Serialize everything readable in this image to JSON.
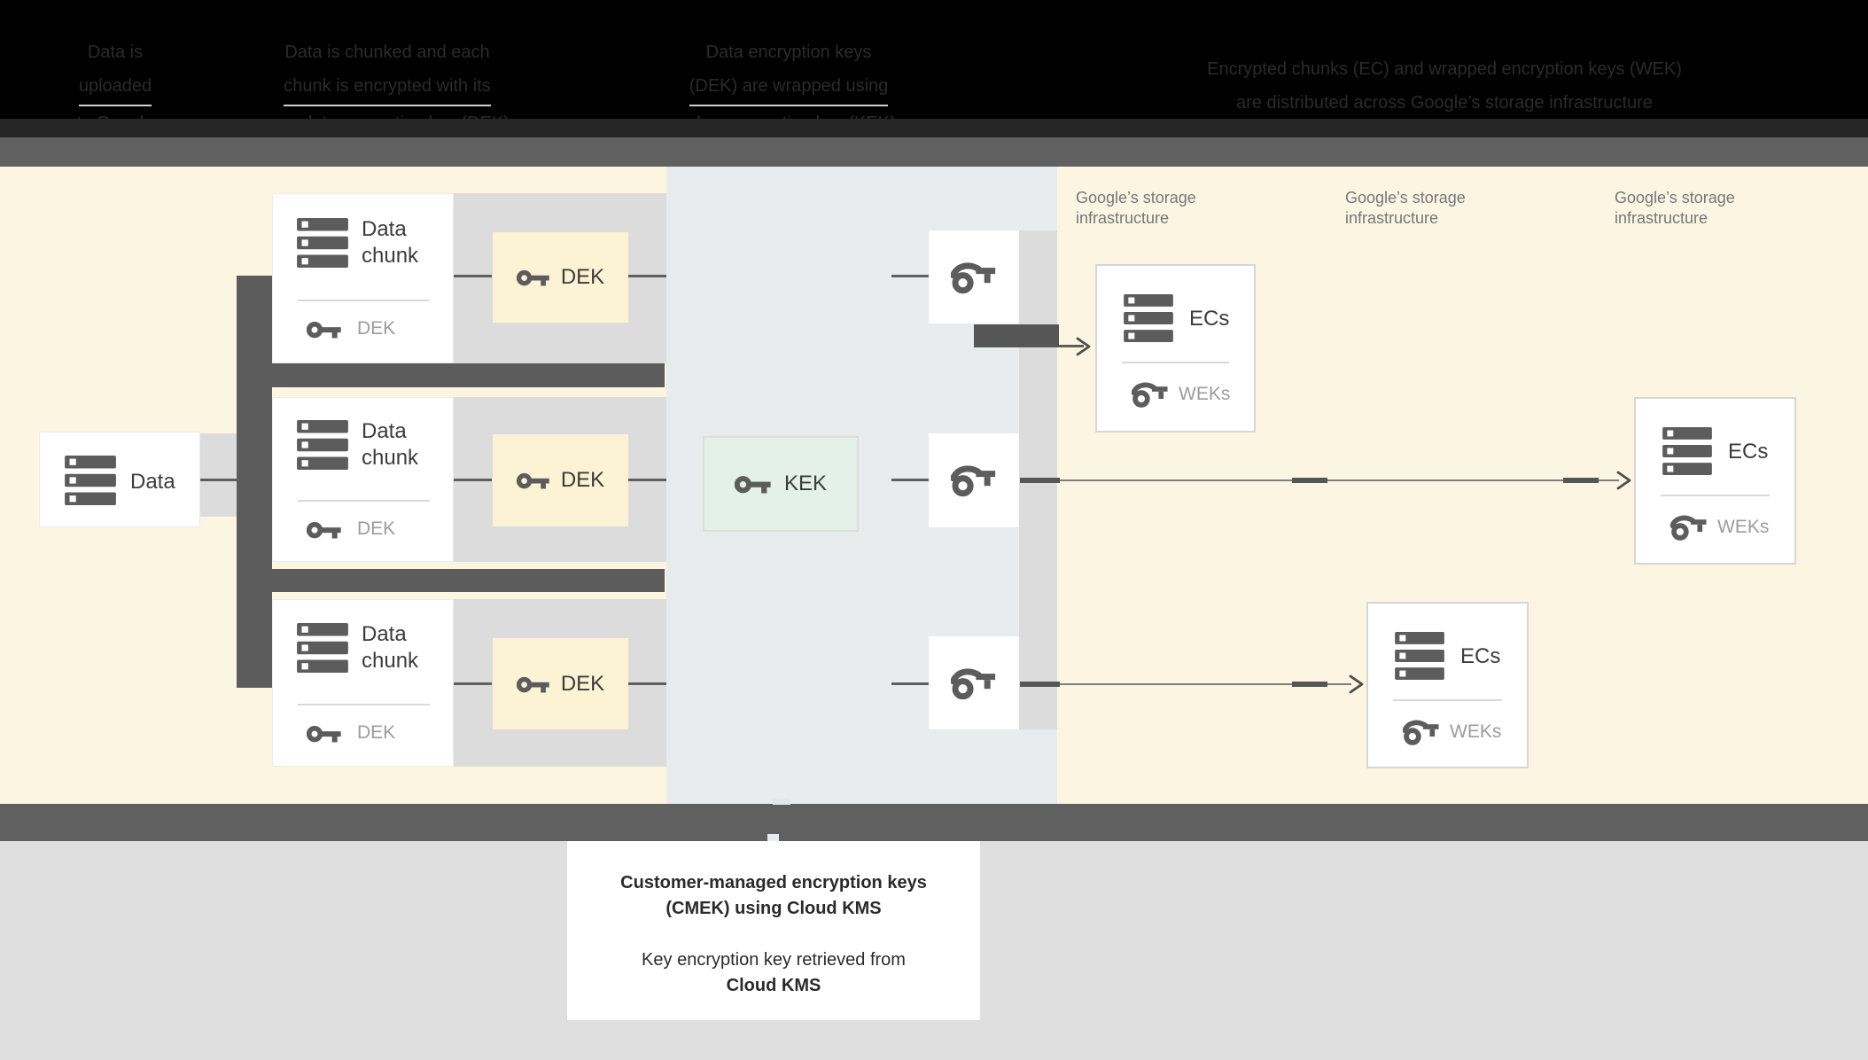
{
  "header": {
    "background": "#000000",
    "steps": [
      {
        "text": "Data is uploaded to Google",
        "lines": [
          {
            "text": "Data is",
            "underline": false
          },
          {
            "text": "uploaded",
            "underline": true
          },
          {
            "text": "to Google",
            "underline": true
          }
        ]
      },
      {
        "text": "Data is chunked and each chunk is encrypted with its own data encryption key (DEK)",
        "lines": [
          {
            "text": "Data is chunked and each",
            "underline": false
          },
          {
            "text": "chunk is encrypted with its",
            "underline": true
          },
          {
            "text": "own data encryption key (DEK)",
            "underline": true
          }
        ]
      },
      {
        "text": "Data encryption keys (DEK) are wrapped using a key encryption key (KEK)",
        "lines": [
          {
            "text": "Data encryption keys",
            "underline": false
          },
          {
            "text": "(DEK) are wrapped using",
            "underline": true
          },
          {
            "text": "a key encryption key (KEK)",
            "underline": true
          }
        ]
      },
      {
        "text": "Encrypted chunks (EC) and wrapped encryption keys (WEK) are distributed across Google's storage infrastructure",
        "lines": [
          {
            "text": "Encrypted chunks (EC) and wrapped encryption keys (WEK)",
            "underline": false
          },
          {
            "text": "are distributed across Google’s storage infrastructure",
            "underline": true
          }
        ]
      }
    ]
  },
  "diagram": {
    "data_box": {
      "label": "Data",
      "icon": "server-icon"
    },
    "chunk_boxes": [
      {
        "title": "Data chunk",
        "key_label": "DEK",
        "icon": "server-icon",
        "key_icon": "key-icon"
      },
      {
        "title": "Data chunk",
        "key_label": "DEK",
        "icon": "server-icon",
        "key_icon": "key-icon"
      },
      {
        "title": "Data chunk",
        "key_label": "DEK",
        "icon": "server-icon",
        "key_icon": "key-icon"
      }
    ],
    "dek_boxes": [
      {
        "label": "DEK",
        "icon": "key-icon"
      },
      {
        "label": "DEK",
        "icon": "key-icon"
      },
      {
        "label": "DEK",
        "icon": "key-icon"
      }
    ],
    "kek_box": {
      "label": "KEK",
      "icon": "key-icon"
    },
    "wrapped_key_boxes": [
      {
        "icon": "wrapped-key-icon"
      },
      {
        "icon": "wrapped-key-icon"
      },
      {
        "icon": "wrapped-key-icon"
      }
    ],
    "ecs_boxes": [
      {
        "title": "ECs",
        "key_label": "WEKs",
        "icon": "server-icon",
        "key_icon": "wrapped-key-icon"
      },
      {
        "title": "ECs",
        "key_label": "WEKs",
        "icon": "server-icon",
        "key_icon": "wrapped-key-icon"
      },
      {
        "title": "ECs",
        "key_label": "WEKs",
        "icon": "server-icon",
        "key_icon": "wrapped-key-icon"
      }
    ],
    "storage_labels": [
      {
        "line1": "Google’s storage",
        "line2": "infrastructure"
      },
      {
        "line1": "Google’s storage",
        "line2": "infrastructure"
      },
      {
        "line1": "Google’s storage",
        "line2": "infrastructure"
      }
    ]
  },
  "caption": {
    "title_line1": "Customer-managed encryption keys",
    "title_line2": "(CMEK) using Cloud KMS",
    "body_line1": "Key encryption key retrieved from",
    "body_line2": "Cloud KMS"
  },
  "colors": {
    "background_yellow": "#fcf5e1",
    "kms_panel_blue": "#e8eced",
    "dek_box_yellow": "#fcf2d4",
    "kek_box_green": "#e3f1e9",
    "band_gray": "#dcdcdc",
    "connector_dark_gray": "#5c5c5c",
    "bar_gray": "#606060",
    "label_dark": "#3c3c3c",
    "label_muted": "#9c9c9c",
    "storage_label_gray": "#76777a"
  }
}
